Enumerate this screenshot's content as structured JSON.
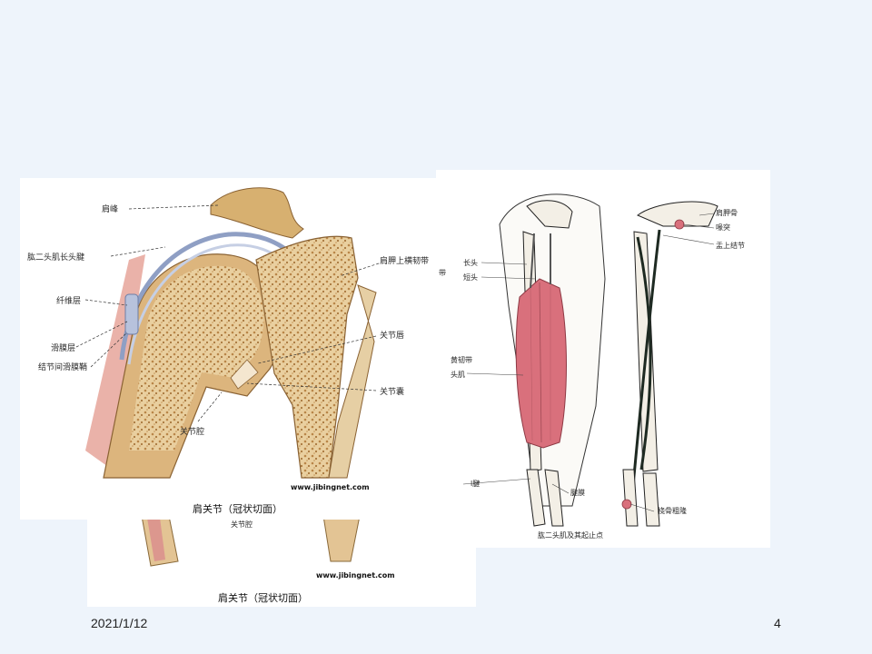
{
  "slide": {
    "date": "2021/1/12",
    "page_number": "4"
  },
  "shoulder_figure": {
    "labels": {
      "acromion": "肩峰",
      "biceps_long_head_tendon": "肱二头肌长头腱",
      "fibrous_layer": "纤维层",
      "synovial_layer": "滑膜层",
      "intertubercular_sheath": "结节间滑膜鞘",
      "transverse_ligament": "肩胛上横韧带",
      "glenoid_labrum": "关节唇",
      "joint_capsule": "关节囊",
      "joint_cavity": "关节腔"
    },
    "website": "www.jibingnet.com",
    "caption": "肩关节（冠状切面）"
  },
  "shoulder_figure_back": {
    "joint_cavity": "关节腔",
    "website": "www.jibingnet.com",
    "caption": "肩关节（冠状切面）"
  },
  "biceps_figure": {
    "labels": {
      "long_head": "长头",
      "short_head": "短头",
      "scapula": "肩胛骨",
      "coracoid": "喙突",
      "supraglenoid_tubercle": "盂上结节",
      "radial_tuberosity": "桡骨粗隆",
      "aponeurosis": "腱膜",
      "partial_ligament": "黄韧带",
      "partial_head_muscle": "头肌",
      "partial_tendon": "l腱",
      "partial_band": "带"
    },
    "caption": "肱二头肌及其起止点"
  },
  "colors": {
    "background": "#eef4fb",
    "bone": "#e3c494",
    "spongy_bone": "#c79a5e",
    "muscle": "#d9707c",
    "cartilage": "#aab5cf"
  }
}
